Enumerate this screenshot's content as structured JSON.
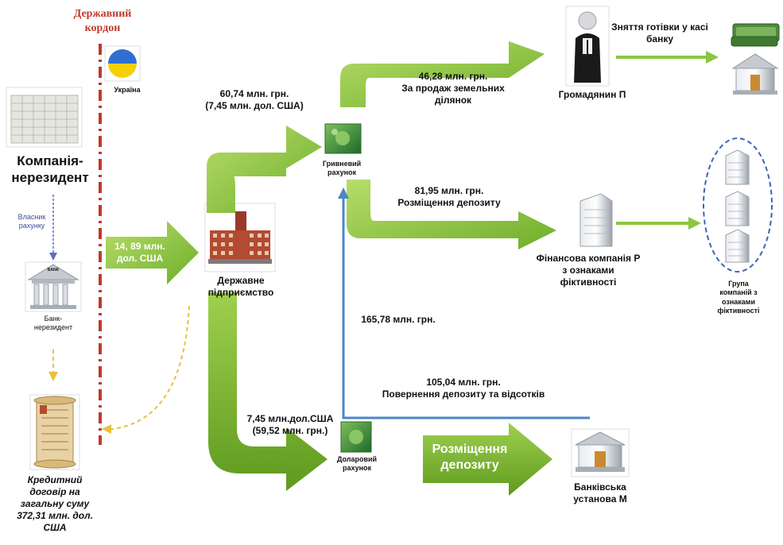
{
  "border": {
    "title_line1": "Державний",
    "title_line2": "кордон",
    "country": "Україна"
  },
  "company": {
    "line1": "Компанія-",
    "line2": "нерезидент"
  },
  "owner": {
    "line1": "Власник",
    "line2": "рахунку"
  },
  "bank_nonres": {
    "line1": "Банк-",
    "line2": "нерезидент",
    "sign": "BANK"
  },
  "credit": {
    "line1": "Кредитний",
    "line2": "договір на",
    "line3": "загальну суму",
    "line4": "372,31 млн. дол.",
    "line5": "США"
  },
  "arrow_in": {
    "line1": "14, 89 млн.",
    "line2": "дол. США"
  },
  "state_enterprise": {
    "line1": "Державне",
    "line2": "підприємство"
  },
  "flow_uah": {
    "line1": "60,74 млн. грн.",
    "line2": "(7,45 млн. дол. США)"
  },
  "uah_account": {
    "line1": "Гривневий",
    "line2": "рахунок"
  },
  "land": {
    "line1": "46,28 млн. грн.",
    "line2": "За продаж земельних",
    "line3": "ділянок"
  },
  "citizen": {
    "label": "Громадянин П"
  },
  "cash": {
    "line1": "Зняття готівки у касі",
    "line2": "банку"
  },
  "deposit_placement": {
    "line1": "81,95 млн. грн.",
    "line2": "Розміщення депозиту"
  },
  "fin_company": {
    "line1": "Фінансова компанія Р",
    "line2": "з ознаками",
    "line3": "фіктивності"
  },
  "group": {
    "line1": "Група",
    "line2": "компаній з",
    "line3": "ознаками",
    "line4": "фіктивності"
  },
  "return_total": {
    "label": "165,78 млн. грн."
  },
  "return_deposit": {
    "line1": "105,04 млн. грн.",
    "line2": "Повернення депозиту та відсотків"
  },
  "flow_usd": {
    "line1": "7,45 млн.дол.США",
    "line2": "(59,52 млн. грн.)"
  },
  "usd_account": {
    "line1": "Доларовий",
    "line2": "рахунок"
  },
  "bank_deposit_arrow": {
    "line1": "Розміщення",
    "line2": "депозиту"
  },
  "bank_m": {
    "line1": "Банківська",
    "line2": "установа М"
  },
  "colors": {
    "green": "#8cc63f",
    "green_dark": "#5e9a1e",
    "border_red": "#c0392b",
    "blue": "#4a86c8",
    "dash_yellow": "#e8c13a"
  }
}
